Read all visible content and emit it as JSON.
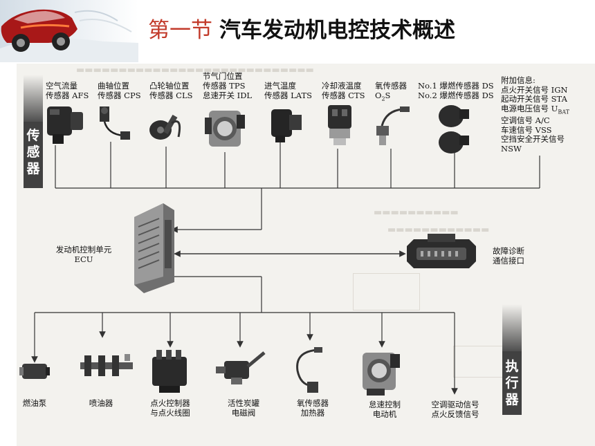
{
  "title": {
    "section": "第一节",
    "main": "汽车发动机电控技术概述"
  },
  "side_labels": {
    "sensors": "传感器",
    "actuators": "执行器"
  },
  "sensors": [
    {
      "line1": "空气流量",
      "line2": "传感器 AFS"
    },
    {
      "line1": "曲轴位置",
      "line2": "传感器 CPS"
    },
    {
      "line1": "凸轮轴位置",
      "line2": "传感器 CLS"
    },
    {
      "line1": "节气门位置",
      "line2": "传感器 TPS",
      "line3": "怠速开关 IDL"
    },
    {
      "line1": "进气温度",
      "line2": "传感器 LATS"
    },
    {
      "line1": "冷却液温度",
      "line2": "传感器 CTS"
    },
    {
      "line1": "氧传感器",
      "line2": "O",
      "line2_sub": "2",
      "line2_tail": "S"
    },
    {
      "line1": "No.1 爆燃传感器 DS",
      "line2": "No.2 爆燃传感器 DS"
    }
  ],
  "extra_info": {
    "title": "附加信息:",
    "items": [
      "点火开关信号 IGN",
      "起动开关信号 STA",
      "电源电压信号 U",
      "空调信号 A/C",
      "车速信号 VSS",
      "空挡安全开关信号",
      "NSW"
    ],
    "ubat_sub": "BAT"
  },
  "ecu": {
    "line1": "发动机控制单元",
    "line2": "ECU"
  },
  "diagnosis": {
    "line1": "故障诊断",
    "line2": "通信接口"
  },
  "actuators": [
    {
      "line1": "燃油泵",
      "line2": ""
    },
    {
      "line1": "喷油器",
      "line2": ""
    },
    {
      "line1": "点火控制器",
      "line2": "与点火线圈"
    },
    {
      "line1": "活性炭罐",
      "line2": "电磁阀"
    },
    {
      "line1": "氧传感器",
      "line2": "加热器"
    },
    {
      "line1": "怠速控制",
      "line2": "电动机"
    },
    {
      "line1": "空调驱动信号",
      "line2": "点火反馈信号"
    }
  ]
}
